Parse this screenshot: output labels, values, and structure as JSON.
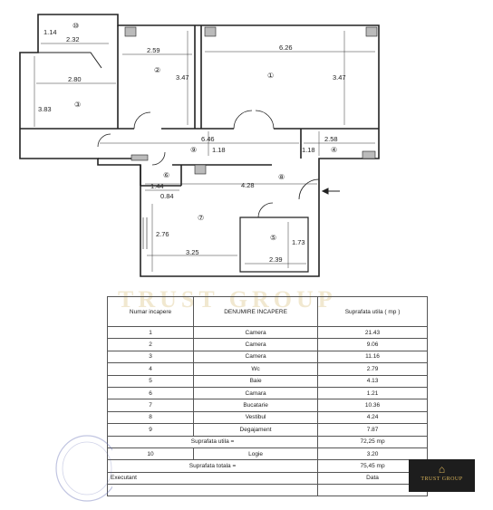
{
  "plan": {
    "rooms": [
      {
        "id": "1",
        "label": "①"
      },
      {
        "id": "2",
        "label": "②"
      },
      {
        "id": "3",
        "label": "③"
      },
      {
        "id": "4",
        "label": "④"
      },
      {
        "id": "5",
        "label": "⑤"
      },
      {
        "id": "6",
        "label": "⑥"
      },
      {
        "id": "7",
        "label": "⑦"
      },
      {
        "id": "8",
        "label": "⑧"
      },
      {
        "id": "9",
        "label": "⑨"
      },
      {
        "id": "10",
        "label": "⑩"
      }
    ],
    "dimensions": [
      "1.14",
      "2.32",
      "2.80",
      "3.83",
      "2.59",
      "3.47",
      "6.26",
      "3.47",
      "6.46",
      "1.18",
      "2.58",
      "1.18",
      "1.44",
      "0.84",
      "4.28",
      "2.76",
      "3.25",
      "1.73",
      "2.39"
    ]
  },
  "watermark": "TRUST GROUP",
  "table": {
    "headers": [
      "Numar incapere",
      "DENUMIRE INCAPERE",
      "Suprafata utila ( mp )"
    ],
    "rows": [
      {
        "nr": "1",
        "name": "Camera",
        "area": "21.43"
      },
      {
        "nr": "2",
        "name": "Camera",
        "area": "9.06"
      },
      {
        "nr": "3",
        "name": "Camera",
        "area": "11.16"
      },
      {
        "nr": "4",
        "name": "Wc",
        "area": "2.79"
      },
      {
        "nr": "5",
        "name": "Baie",
        "area": "4.13"
      },
      {
        "nr": "6",
        "name": "Camara",
        "area": "1.21"
      },
      {
        "nr": "7",
        "name": "Bucatarie",
        "area": "10.36"
      },
      {
        "nr": "8",
        "name": "Vestibul",
        "area": "4.24"
      },
      {
        "nr": "9",
        "name": "Degajament",
        "area": "7.87"
      }
    ],
    "suprafata_utila_label": "Suprafata utila =",
    "suprafata_utila_value": "72,25 mp",
    "logie": {
      "nr": "10",
      "name": "Logie",
      "area": "3.20"
    },
    "suprafata_totala_label": "Suprafata totala =",
    "suprafata_totala_value": "75,45 mp",
    "executant_label": "Executant",
    "data_label": "Data"
  },
  "logo": {
    "mark": "⌂",
    "text": "TRUST GROUP"
  }
}
